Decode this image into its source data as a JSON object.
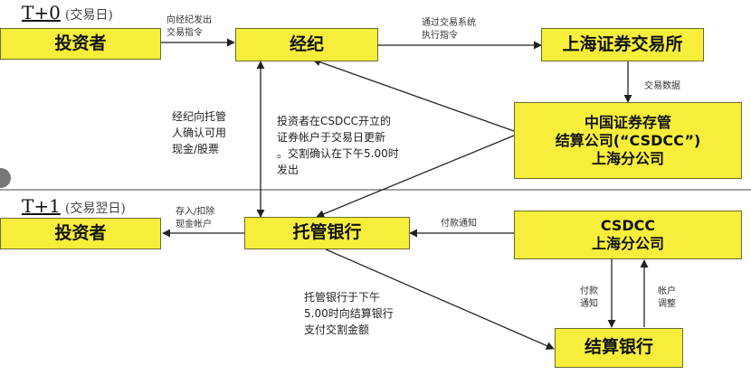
{
  "t0": {
    "label": "T+0",
    "note": "(交易日)"
  },
  "t1": {
    "label": "T+1",
    "note": "(交易翌日)"
  },
  "boxes": {
    "investor_t0": "投资者",
    "broker": "经纪",
    "sse": "上海证券交易所",
    "csdcc_sh": [
      "中国证券存管",
      "结算公司(“CSDCC”)",
      "上海分公司"
    ],
    "investor_t1": "投资者",
    "custodian": "托管银行",
    "csdcc_sh_t1": [
      "CSDCC",
      "上海分公司"
    ],
    "settlement_bank": "结算银行"
  },
  "edge_labels": {
    "investor_to_broker": [
      "向经纪发出",
      "交易指令"
    ],
    "broker_to_sse": [
      "通过交易系统",
      "执行指令"
    ],
    "sse_to_csdcc": "交易数据",
    "broker_custodian": [
      "经纪向托管",
      "人确认可用",
      "现金/股票"
    ],
    "csdcc_note": [
      "投资者在CSDCC开立的",
      "证券帐户于交易日更新",
      "。交割确认在下午5.00时",
      "发出"
    ],
    "custodian_to_investor": [
      "存入/扣除",
      "现金帐户"
    ],
    "csdcc_to_custodian": "付款通知",
    "csdcc_to_bank": [
      "付款",
      "通知"
    ],
    "bank_to_csdcc": [
      "帐户",
      "调整"
    ],
    "custodian_to_bank": [
      "托管银行于下午",
      "5.00时向结算银行",
      "支付交割金额"
    ]
  }
}
